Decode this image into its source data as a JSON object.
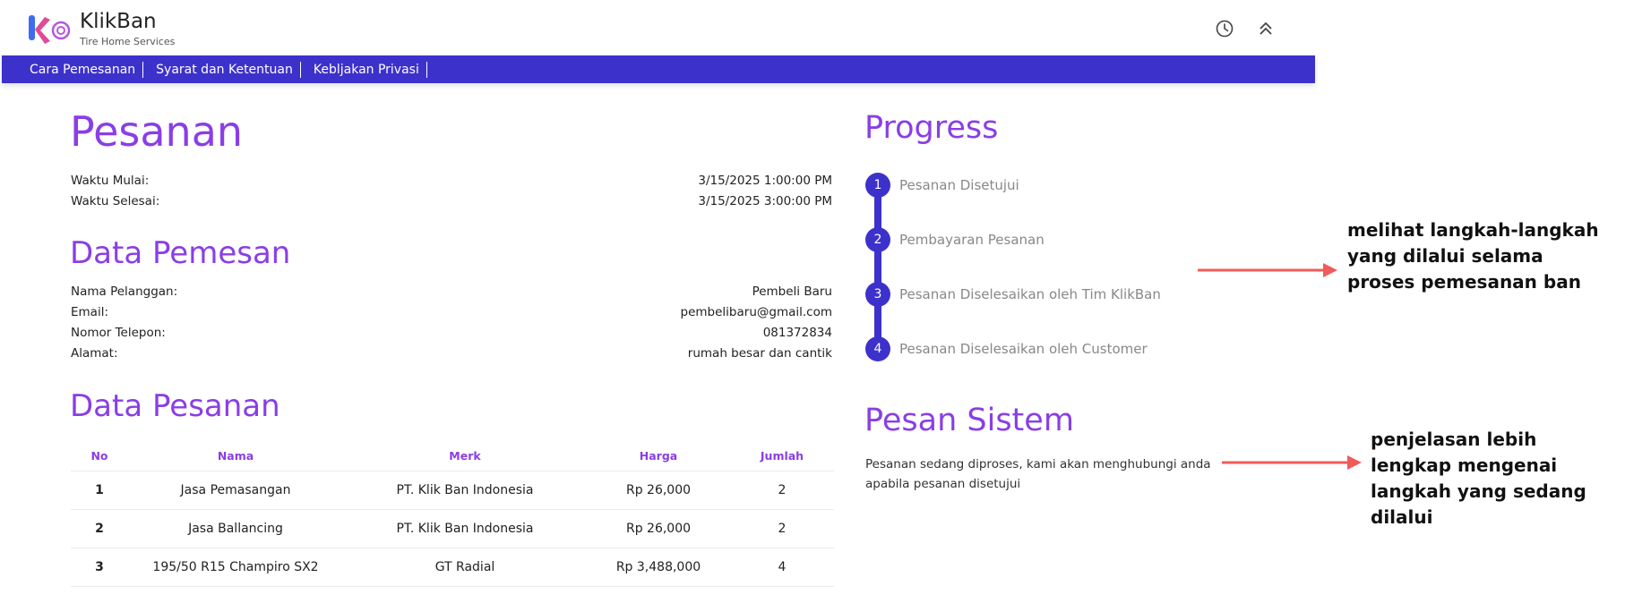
{
  "header": {
    "brand_name": "KlikBan",
    "brand_sub": "Tire Home Services",
    "icons": [
      "history-icon",
      "chevron-up-double-icon"
    ]
  },
  "nav": {
    "items": [
      "Cara Pemesanan",
      "Syarat dan Ketentuan",
      "Kebljakan Privasi"
    ]
  },
  "order": {
    "title": "Pesanan",
    "rows": [
      {
        "label": "Waktu Mulai:",
        "value": "3/15/2025 1:00:00 PM"
      },
      {
        "label": "Waktu Selesai:",
        "value": "3/15/2025 3:00:00 PM"
      }
    ]
  },
  "customer": {
    "title": "Data Pemesan",
    "rows": [
      {
        "label": "Nama Pelanggan:",
        "value": "Pembeli Baru"
      },
      {
        "label": "Email:",
        "value": "pembelibaru@gmail.com"
      },
      {
        "label": "Nomor Telepon:",
        "value": "081372834"
      },
      {
        "label": "Alamat:",
        "value": "rumah besar dan cantik"
      }
    ]
  },
  "order_items": {
    "title": "Data Pesanan",
    "columns": [
      "No",
      "Nama",
      "Merk",
      "Harga",
      "Jumlah"
    ],
    "rows": [
      [
        "1",
        "Jasa Pemasangan",
        "PT. Klik Ban Indonesia",
        "Rp 26,000",
        "2"
      ],
      [
        "2",
        "Jasa Ballancing",
        "PT. Klik Ban Indonesia",
        "Rp 26,000",
        "2"
      ],
      [
        "3",
        "195/50 R15 Champiro SX2",
        "GT Radial",
        "Rp 3,488,000",
        "4"
      ]
    ]
  },
  "progress": {
    "title": "Progress",
    "steps": [
      {
        "num": "1",
        "label": "Pesanan Disetujui"
      },
      {
        "num": "2",
        "label": "Pembayaran Pesanan"
      },
      {
        "num": "3",
        "label": "Pesanan Diselesaikan oleh Tim KlikBan"
      },
      {
        "num": "4",
        "label": "Pesanan Diselesaikan oleh Customer"
      }
    ]
  },
  "system_message": {
    "title": "Pesan Sistem",
    "text": "Pesanan sedang diproses, kami akan menghubungi anda apabila pesanan disetujui"
  },
  "annotations": {
    "progress_note": "melihat langkah-langkah yang dilalui selama proses pemesanan ban",
    "system_note": "penjelasan lebih lengkap mengenai langkah yang sedang dilalui"
  },
  "colors": {
    "brand_blue": "#3d31cc",
    "heading_purple": "#8a3ee6",
    "arrow_red": "#ef5b5b"
  }
}
